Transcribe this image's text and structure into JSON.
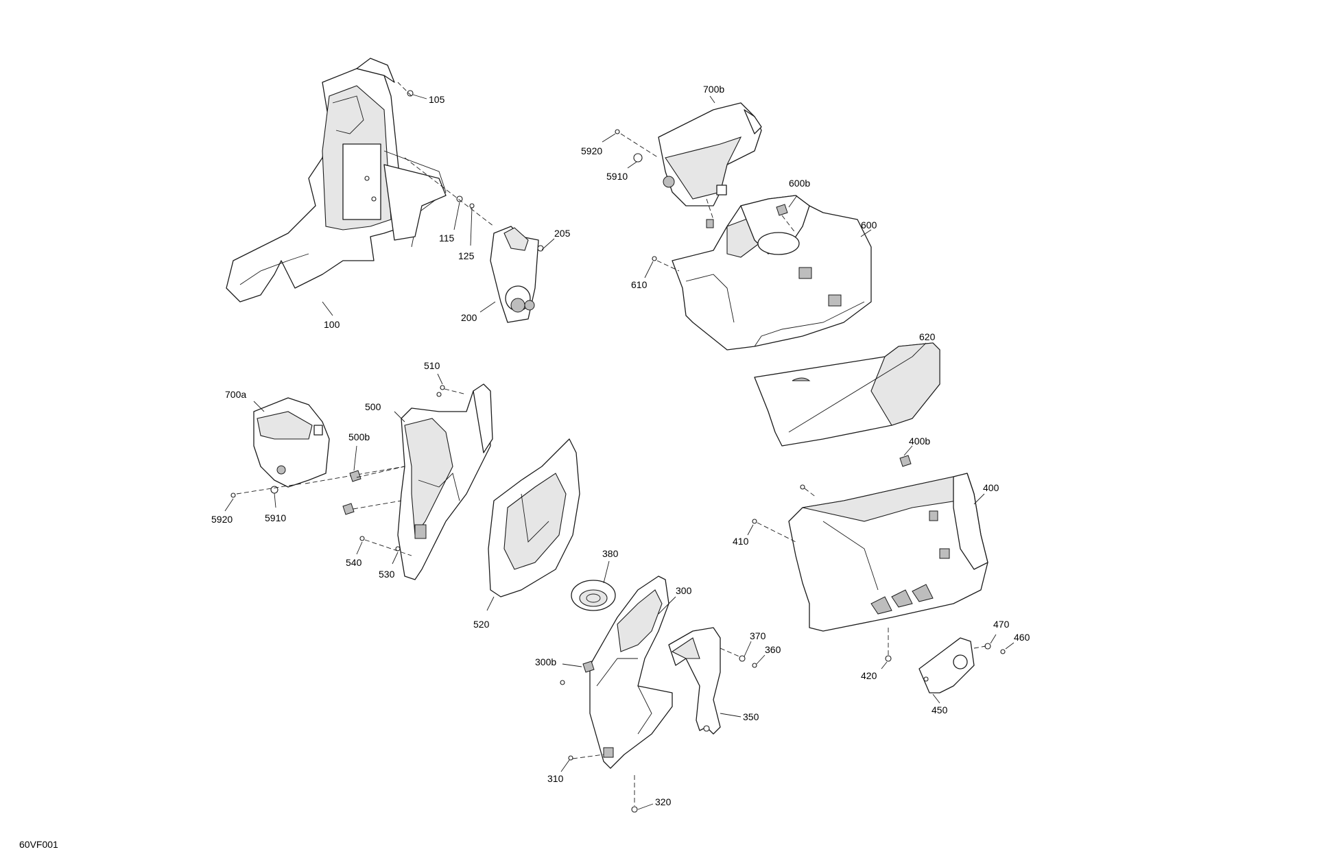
{
  "diagram": {
    "code": "60VF001",
    "callouts": {
      "c105": "105",
      "c115": "115",
      "c125": "125",
      "c205": "205",
      "c200": "200",
      "c100": "100",
      "c700b": "700b",
      "c5920_top": "5920",
      "c5910_top": "5910",
      "c600b": "600b",
      "c600": "600",
      "c610": "610",
      "c620": "620",
      "c510": "510",
      "c700a": "700a",
      "c500": "500",
      "c500b": "500b",
      "c5920_left": "5920",
      "c5910_left": "5910",
      "c540": "540",
      "c530": "530",
      "c520": "520",
      "c380": "380",
      "c300": "300",
      "c300b": "300b",
      "c370": "370",
      "c360": "360",
      "c350": "350",
      "c310": "310",
      "c320": "320",
      "c400b": "400b",
      "c400": "400",
      "c410": "410",
      "c420": "420",
      "c470": "470",
      "c460": "460",
      "c450": "450"
    }
  }
}
